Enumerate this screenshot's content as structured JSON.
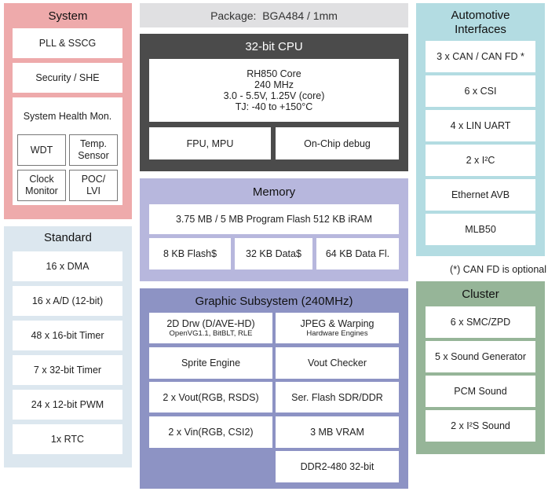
{
  "package": "Package:  BGA484 / 1mm",
  "system": {
    "title": "System",
    "pll": "PLL & SSCG",
    "security": "Security / SHE",
    "health": {
      "title": "System Health Mon.",
      "items": [
        "WDT",
        "Temp.\nSensor",
        "Clock\nMonitor",
        "POC/\nLVI"
      ]
    }
  },
  "standard": {
    "title": "Standard",
    "items": [
      "16 x DMA",
      "16 x A/D (12-bit)",
      "48 x 16-bit Timer",
      "7 x 32-bit Timer",
      "24 x 12-bit PWM",
      "1x RTC"
    ]
  },
  "cpu": {
    "title": "32-bit CPU",
    "core": [
      "RH850 Core",
      "240 MHz",
      "3.0 - 5.5V, 1.25V (core)",
      "TJ: -40 to +150°C"
    ],
    "fpu": "FPU, MPU",
    "debug": "On-Chip debug"
  },
  "memory": {
    "title": "Memory",
    "flash": "3.75 MB / 5 MB Program Flash 512 KB iRAM",
    "items": [
      "8 KB Flash$",
      "32 KB Data$",
      "64 KB Data Fl."
    ]
  },
  "graphic": {
    "title": "Graphic Subsystem (240MHz)",
    "drw": "2D Drw (D/AVE-HD)",
    "drw_sub": "OpenVG1.1, BitBLT, RLE",
    "jpeg": "JPEG & Warping",
    "jpeg_sub": "Hardware Engines",
    "items": [
      "Sprite Engine",
      "Vout Checker",
      "2 x Vout(RGB, RSDS)",
      "Ser. Flash SDR/DDR",
      "2 x Vin(RGB, CSI2)",
      "3 MB VRAM"
    ],
    "ddr": "DDR2-480 32-bit"
  },
  "automotive": {
    "title": "Automotive\nInterfaces",
    "items": [
      "3 x CAN / CAN FD *",
      "6 x CSI",
      "4 x LIN UART",
      "2 x I²C",
      "Ethernet AVB",
      "MLB50"
    ]
  },
  "footnote": "(*) CAN FD is optional",
  "cluster": {
    "title": "Cluster",
    "items": [
      "6 x SMC/ZPD",
      "5 x Sound Generator",
      "PCM Sound",
      "2 x I²S Sound"
    ]
  }
}
